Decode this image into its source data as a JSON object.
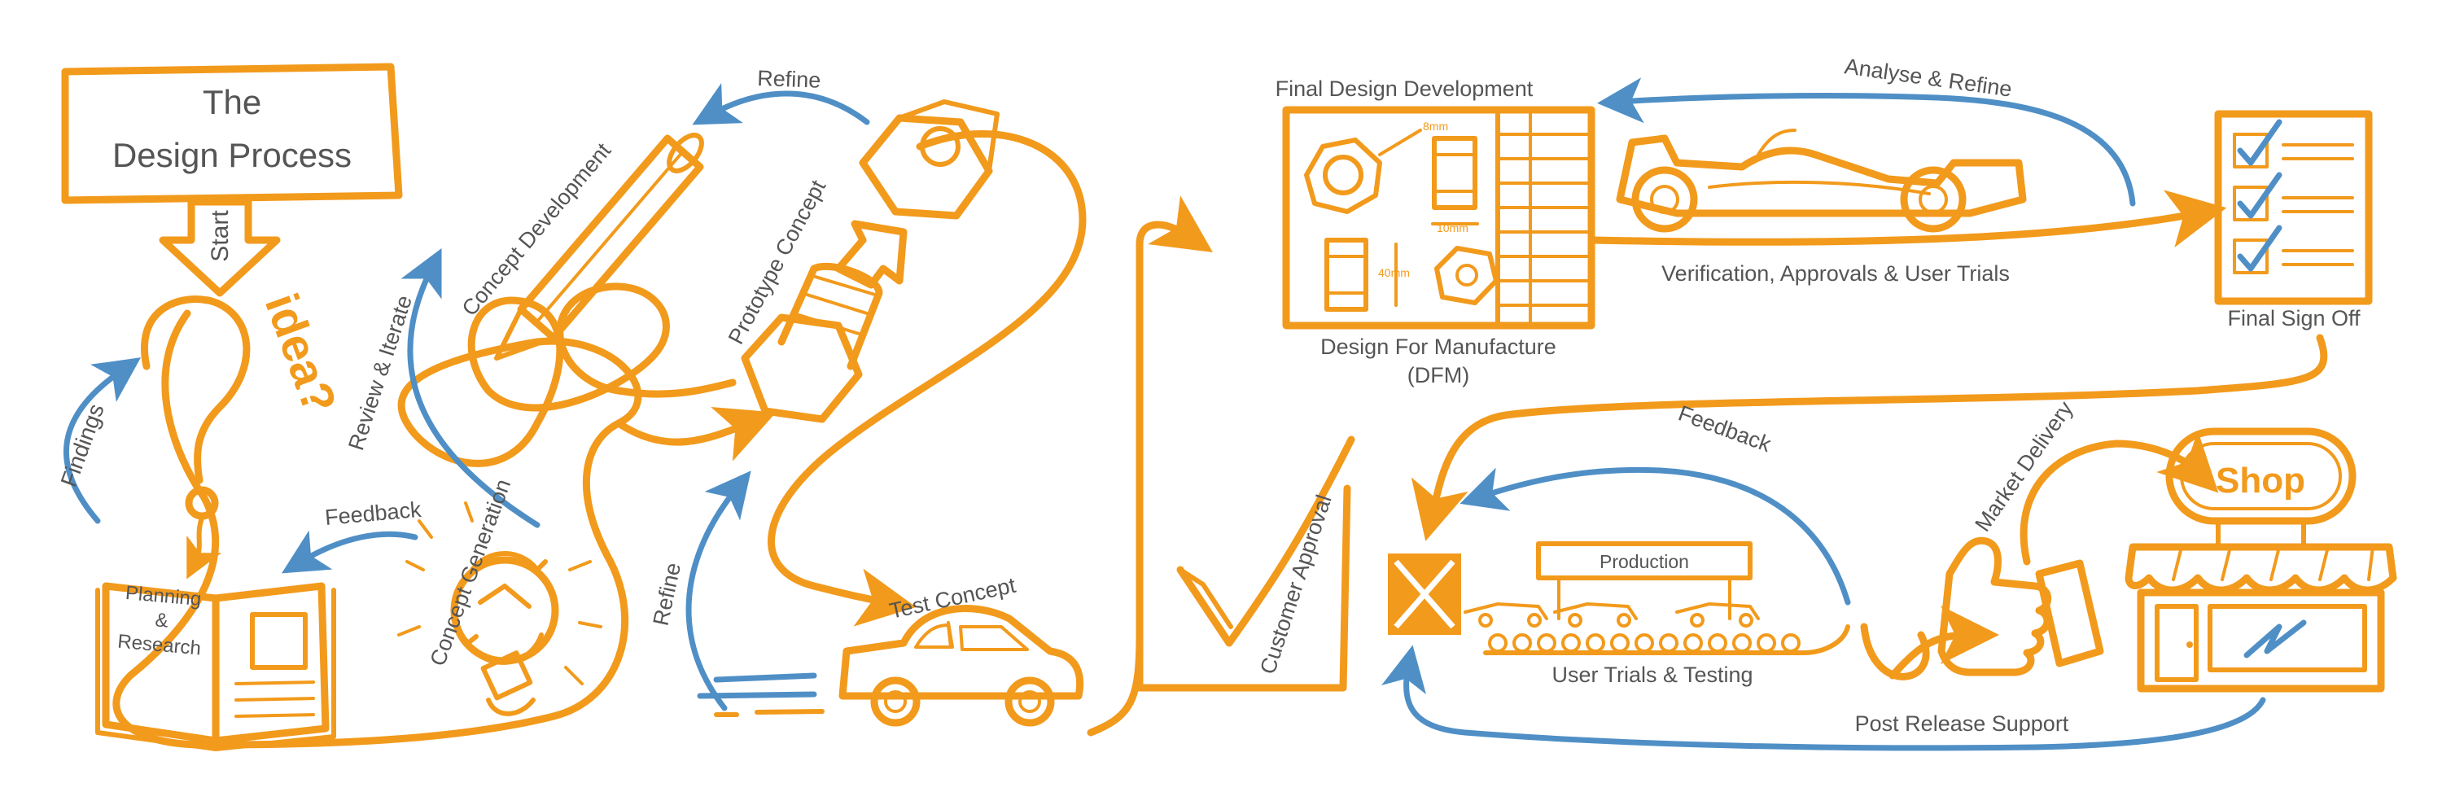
{
  "labels": {
    "title_line1": "The",
    "title_line2": "Design Process",
    "start": "Start",
    "idea": "idea?",
    "findings": "Findings",
    "planning_line1": "Planning",
    "planning_line2": "&",
    "planning_line3": "Research",
    "feedback_left": "Feedback",
    "concept_generation": "Concept Generation",
    "review_iterate": "Review & Iterate",
    "concept_development": "Concept Development",
    "refine_top": "Refine",
    "prototype_concept": "Prototype Concept",
    "refine_bottom": "Refine",
    "test_concept": "Test Concept",
    "customer_approval": "Customer Approval",
    "final_design_development": "Final Design Development",
    "dim_8mm": "8mm",
    "dim_10mm": "10mm",
    "dim_40mm": "40mm",
    "dfm_line1": "Design For Manufacture",
    "dfm_line2": "(DFM)",
    "analyse_refine": "Analyse & Refine",
    "verification": "Verification, Approvals & User Trials",
    "final_sign_off": "Final Sign Off",
    "feedback_right": "Feedback",
    "production": "Production",
    "user_trials_testing": "User Trials & Testing",
    "market_delivery": "Market Delivery",
    "shop": "Shop",
    "post_release_support": "Post Release Support"
  },
  "colors": {
    "orange": "#f29a1c",
    "blue": "#4f8fc6",
    "text": "#555555"
  },
  "icons": [
    "question-mark-icon",
    "open-book-icon",
    "light-bulb-icon",
    "pencil-icon",
    "hex-nut-icon",
    "bolt-icon",
    "car-icon",
    "checkmark-icon",
    "race-car-icon",
    "checklist-icon",
    "crate-icon",
    "conveyor-belt-icon",
    "thumbs-up-icon",
    "shop-icon"
  ]
}
